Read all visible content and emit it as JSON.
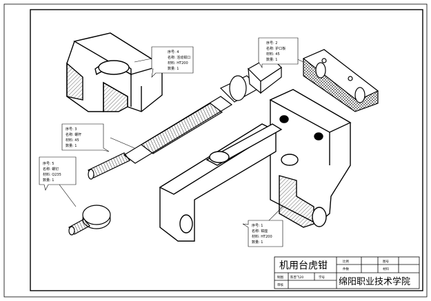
{
  "callouts": [
    {
      "id": "part4",
      "lines": [
        "序号: 4",
        "名称: 活动钳口",
        "材料: HT200",
        "数量: 1"
      ]
    },
    {
      "id": "part2",
      "lines": [
        "序号: 2",
        "名称: 护口板",
        "材料: 45",
        "数量: 1"
      ]
    },
    {
      "id": "part3",
      "lines": [
        "序号: 3",
        "名称: 螺杆",
        "材料: 45",
        "数量: 1"
      ]
    },
    {
      "id": "part5",
      "lines": [
        "序号: 5",
        "名称: 螺钉",
        "材料: Q235",
        "数量: 1"
      ]
    },
    {
      "id": "part1",
      "lines": [
        "序号: 1",
        "名称: 钳座",
        "材料: HT200",
        "数量: 1"
      ]
    }
  ],
  "title_block": {
    "drawing_title": "机用台虎钳",
    "school": "绵阳职业技术学院",
    "cell_scale_label": "比例",
    "cell_count_label": "件数",
    "cell_sheet_label": "图号",
    "cell_material_label": "材料",
    "cell_drawn_label": "制图",
    "cell_drawn_value": "陈曾飞20",
    "cell_drawn_sign": "学号",
    "cell_check_label": "审核"
  }
}
